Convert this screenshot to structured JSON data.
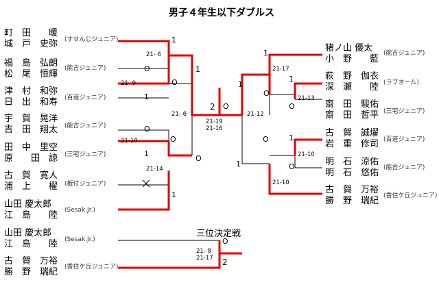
{
  "title": "男子４年生以下ダブルス",
  "third_place_title": "三位決定戦",
  "left_entries": [
    {
      "p1": "町　田　　暖",
      "p2": "城　戸　史弥",
      "team": "(すせんじジュニア)"
    },
    {
      "p1": "福　島　弘朗",
      "p2": "松　尾　恒輝",
      "team": "(能古ジュニア)"
    },
    {
      "p1": "津　村　和弥",
      "p2": "日　出　和寿",
      "team": "(百道ジュニア)"
    },
    {
      "p1": "宇　賀　晃洋",
      "p2": "吉　田　翔太",
      "team": "(能古ジュニア)"
    },
    {
      "p1": "田　中　里空",
      "p2": "原　　田　諒",
      "team": "(三宅ジュニア)"
    },
    {
      "p1": "古　賀　寛人",
      "p2": "浦　上　　櫂",
      "team": "(板付ジュニア)"
    },
    {
      "p1": "山田 慶太郎",
      "p2": "江　島　　陸",
      "team": "(Sesak.Jr.)"
    }
  ],
  "right_entries": [
    {
      "p1": "猪ノ山 優太",
      "p2": "小　野　　藍",
      "team": "(能古ジュニア)"
    },
    {
      "p1": "萩　野　伽衣",
      "p2": "深　瀬　　陸",
      "team": "(ラブオール)"
    },
    {
      "p1": "齋　田　駿佑",
      "p2": "齋　田　哲平",
      "team": "(三宅ジュニア)"
    },
    {
      "p1": "古　賀　誠燿",
      "p2": "岩　重　修司",
      "team": "(百道ジュニア)"
    },
    {
      "p1": "明　石　涼佑",
      "p2": "明　石　悠佑",
      "team": "(能古ジュニア)"
    },
    {
      "p1": "古　賀　万裕",
      "p2": "勝　野　瑞紀",
      "team": "(香住ケ丘ジュニア)"
    }
  ],
  "third_entries": [
    {
      "p1": "山田 慶太郎",
      "p2": "江　島　　陸",
      "team": "(Sesak.Jr.)"
    },
    {
      "p1": "古　賀　万裕",
      "p2": "勝　野　瑞紀",
      "team": "(香住ケ丘ジュニア)"
    }
  ],
  "marks": {
    "l1": "1",
    "l2": "O",
    "l3": "1",
    "l4": "O",
    "l5": "1",
    "l6": "O",
    "l7": "O",
    "l8": "1",
    "l9": "O",
    "l10": "×",
    "l11": "1",
    "final_left": "2",
    "final_right": "O",
    "r1": "1",
    "r2": "1",
    "r3": "O",
    "r4": "O",
    "r5": "1",
    "r6": "1",
    "r7": "O",
    "r8": "O",
    "r9": "1",
    "t1": "O",
    "t2": "2"
  },
  "scores": {
    "s1": "21- 6",
    "s2": "21- 9",
    "s3": "21- 6",
    "s4": "21-10",
    "s5": "21-14",
    "s6a": "21-19",
    "s6b": "21-16",
    "s7": "21-12",
    "s8": "21-17",
    "s9": "21-13",
    "s10": "21-10",
    "s11": "21-10",
    "t_a": "21- 8",
    "t_b": "21-17"
  }
}
